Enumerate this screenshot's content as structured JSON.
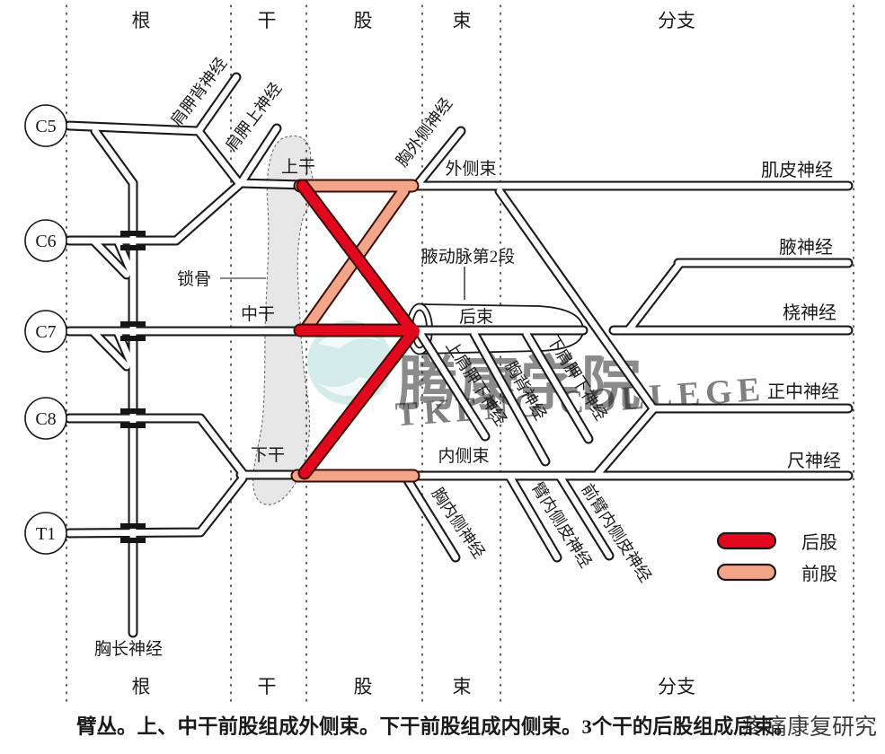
{
  "stages": [
    "根",
    "干",
    "股",
    "束",
    "分支"
  ],
  "roots": [
    "C5",
    "C6",
    "C7",
    "C8",
    "T1"
  ],
  "trunks": {
    "upper": "上干",
    "middle": "中干",
    "lower": "下干"
  },
  "cords": {
    "lateral": "外侧束",
    "posterior": "后束",
    "medial": "内侧束"
  },
  "nerves": {
    "dorsal_scapular": "肩胛背神经",
    "suprascapular": "肩胛上神经",
    "lateral_pectoral": "胸外侧神经",
    "musculocutaneous": "肌皮神经",
    "axillary": "腋神经",
    "radial": "桡神经",
    "median": "正中神经",
    "ulnar": "尺神经",
    "upper_subscapular": "上肩胛下神经",
    "thoracodorsal": "胸背神经",
    "lower_subscapular": "下肩胛下神经",
    "medial_pectoral": "胸内侧神经",
    "medial_brachial_cutaneous": "臂内侧皮神经",
    "medial_antebrachial_cutaneous": "前臂内侧皮神经",
    "long_thoracic": "胸长神经"
  },
  "structures": {
    "clavicle": "锁骨",
    "axillary_artery": "腋动脉第2段"
  },
  "legend": [
    {
      "label": "后股",
      "color": "#e2081e"
    },
    {
      "label": "前股",
      "color": "#f2a588"
    }
  ],
  "caption": "臂丛。上、中干前股组成外侧束。下干前股组成内侧束。3个干的后股组成后束。",
  "watermarks": {
    "center_cn": "腾康学院",
    "center_en": "TKENG COLLEGE",
    "corner": "疼痛康复研究"
  },
  "colors": {
    "posterior_division": "#e2081e",
    "anterior_division": "#f2a588",
    "outline": "#1a1a1a",
    "clavicle_fill": "#e7e7e7"
  }
}
